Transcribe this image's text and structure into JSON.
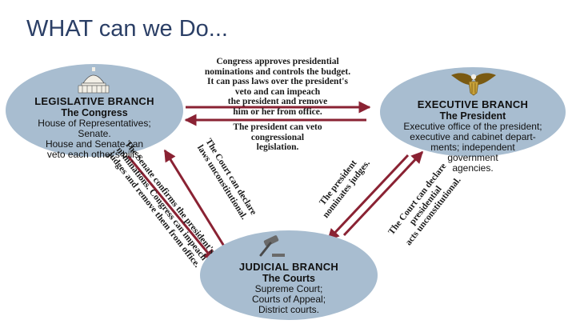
{
  "title": "WHAT can we Do...",
  "colors": {
    "circle": "#a8bdd0",
    "arrow": "#8a2233",
    "title": "#2b3f66"
  },
  "branches": {
    "legislative": {
      "heading": "LEGISLATIVE BRANCH",
      "sub": "The Congress",
      "body": [
        "House of Representatives;",
        "Senate.",
        "House and Senate can",
        "veto each other's bills."
      ],
      "icon": "capitol-icon"
    },
    "executive": {
      "heading": "EXECUTIVE BRANCH",
      "sub": "The President",
      "body": [
        "Executive office of the president;",
        "executive and cabinet depart-",
        "ments; independent",
        "government",
        "agencies."
      ],
      "icon": "eagle-icon"
    },
    "judicial": {
      "heading": "JUDICIAL BRANCH",
      "sub": "The Courts",
      "body": [
        "Supreme Court;",
        "Courts of Appeal;",
        "District courts."
      ],
      "icon": "gavel-icon"
    }
  },
  "relations": {
    "congress_to_president": [
      "Congress approves presidential",
      "nominations and controls the budget.",
      "It can pass laws over the president's",
      "veto and can impeach",
      "the president and remove",
      "him or her from office."
    ],
    "president_to_congress": [
      "The president can veto",
      "congressional",
      "legislation."
    ],
    "congress_to_courts": [
      "The Senate confirms the president's",
      "nominations. Congress can impeach",
      "judges and remove them from office."
    ],
    "courts_to_congress": [
      "The Court can declare",
      "laws unconstitutional."
    ],
    "president_to_courts": [
      "The president",
      "nominates judges."
    ],
    "courts_to_president": [
      "The Court can declare",
      "presidential",
      "acts unconstitutional."
    ]
  }
}
